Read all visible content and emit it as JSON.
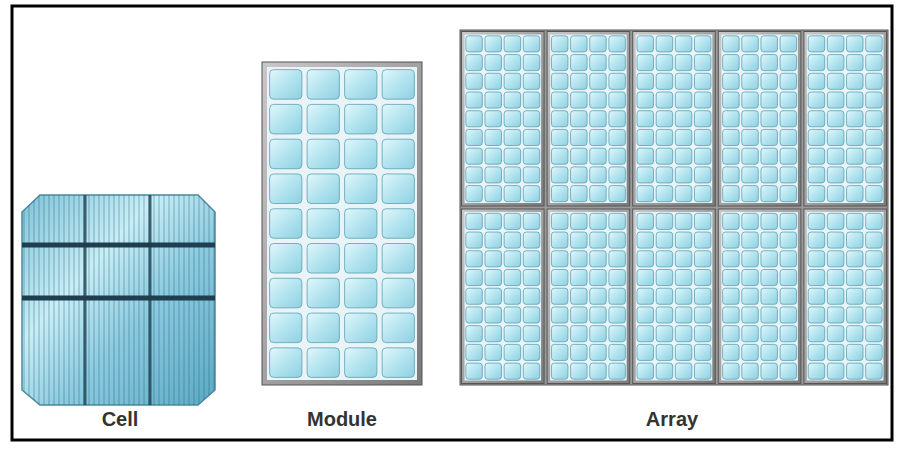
{
  "diagram": {
    "labels": [
      "Cell",
      "Module",
      "Array"
    ]
  }
}
